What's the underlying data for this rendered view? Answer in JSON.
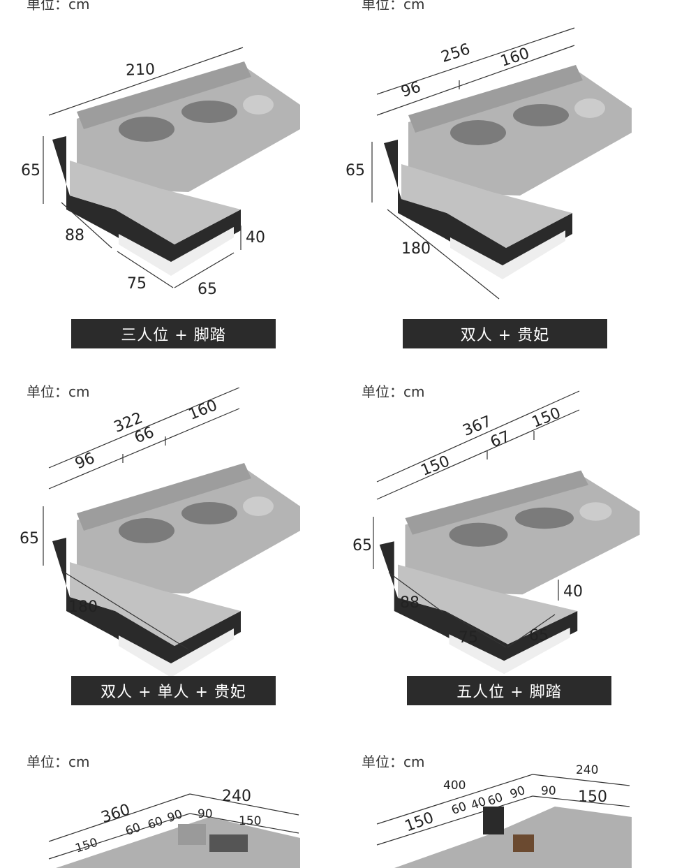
{
  "unit_label": "单位：cm",
  "panels": [
    {
      "caption": "三人位 + 脚踏",
      "dims": [
        "210",
        "65",
        "88",
        "40",
        "75",
        "65"
      ]
    },
    {
      "caption": "双人 + 贵妃",
      "dims": [
        "256",
        "96",
        "160",
        "65",
        "180"
      ]
    },
    {
      "caption": "双人 + 单人 + 贵妃",
      "dims": [
        "322",
        "96",
        "66",
        "160",
        "65",
        "180"
      ]
    },
    {
      "caption": "五人位 + 脚踏",
      "dims": [
        "367",
        "150",
        "67",
        "150",
        "65",
        "88",
        "40",
        "75",
        "65"
      ]
    },
    {
      "dims": [
        "360",
        "240",
        "150",
        "60",
        "60",
        "90",
        "90",
        "150"
      ]
    },
    {
      "dims": [
        "400",
        "240",
        "150",
        "60",
        "40",
        "60",
        "90",
        "90",
        "150"
      ]
    }
  ],
  "colors": {
    "caption_bg": "#2b2b2b",
    "fabric": "#a9a9a9",
    "base": "#2a2a2a"
  }
}
